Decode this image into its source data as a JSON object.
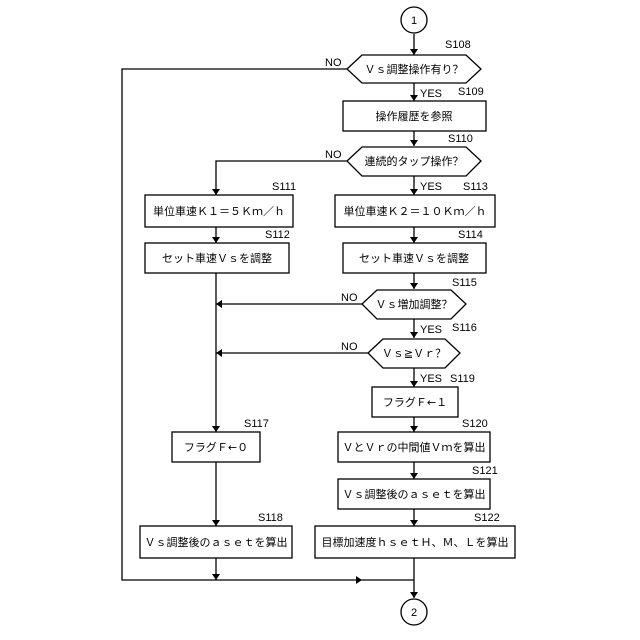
{
  "connectors": {
    "top": "1",
    "bottom": "2"
  },
  "labels": {
    "yes": "YES",
    "no": "NO"
  },
  "steps": {
    "s108": {
      "id": "S108",
      "text": "Ｖｓ調整操作有り？"
    },
    "s109": {
      "id": "S109",
      "text": "操作履歴を参照"
    },
    "s110": {
      "id": "S110",
      "text": "連続的タップ操作？"
    },
    "s111": {
      "id": "S111",
      "text": "単位車速Ｋ１＝５Ｋｍ／ｈ"
    },
    "s112": {
      "id": "S112",
      "text": "セット車速Ｖｓを調整"
    },
    "s113": {
      "id": "S113",
      "text": "単位車速Ｋ２＝１０Ｋｍ／ｈ"
    },
    "s114": {
      "id": "S114",
      "text": "セット車速Ｖｓを調整"
    },
    "s115": {
      "id": "S115",
      "text": "Ｖｓ増加調整？"
    },
    "s116": {
      "id": "S116",
      "text": "Ｖｓ≧Ｖｒ？"
    },
    "s117": {
      "id": "S117",
      "text": "フラグＦ←０"
    },
    "s118": {
      "id": "S118",
      "text": "Ｖｓ調整後のａｓｅｔを算出"
    },
    "s119": {
      "id": "S119",
      "text": "フラグＦ←１"
    },
    "s120": {
      "id": "S120",
      "text": "ＶとＶｒの中間値Ｖｍを算出"
    },
    "s121": {
      "id": "S121",
      "text": "Ｖｓ調整後のａｓｅｔを算出"
    },
    "s122": {
      "id": "S122",
      "text": "目標加速度ｈｓｅｔＨ、Ｍ、Ｌを算出"
    }
  }
}
